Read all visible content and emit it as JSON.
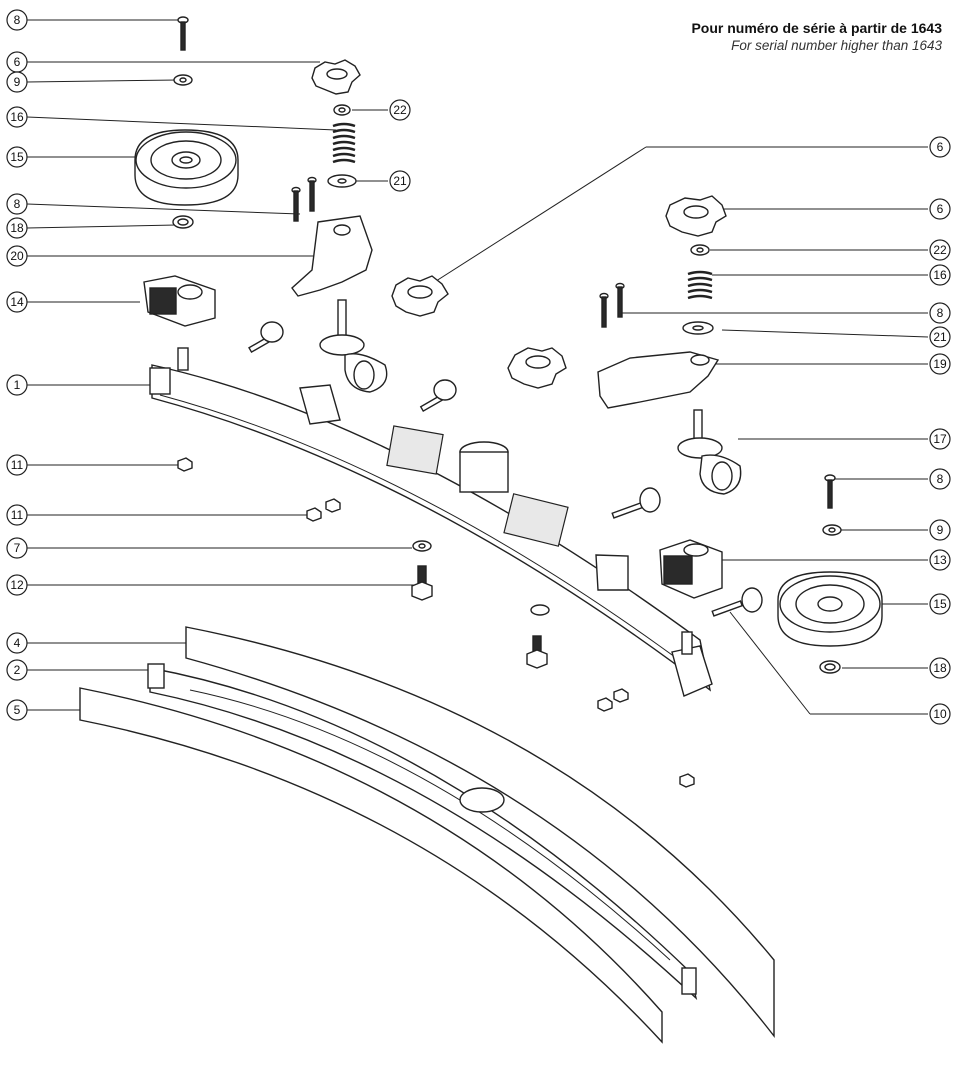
{
  "header": {
    "title_fr": "Pour numéro de série à partir de 1643",
    "title_en": "For serial number higher than 1643"
  },
  "callouts": [
    "8",
    "6",
    "9",
    "22",
    "16",
    "15",
    "21",
    "8",
    "18",
    "20",
    "14",
    "1",
    "11",
    "11",
    "7",
    "12",
    "4",
    "2",
    "5",
    "6",
    "6",
    "22",
    "16",
    "8",
    "21",
    "19",
    "17",
    "8",
    "9",
    "13",
    "15",
    "18",
    "10"
  ]
}
